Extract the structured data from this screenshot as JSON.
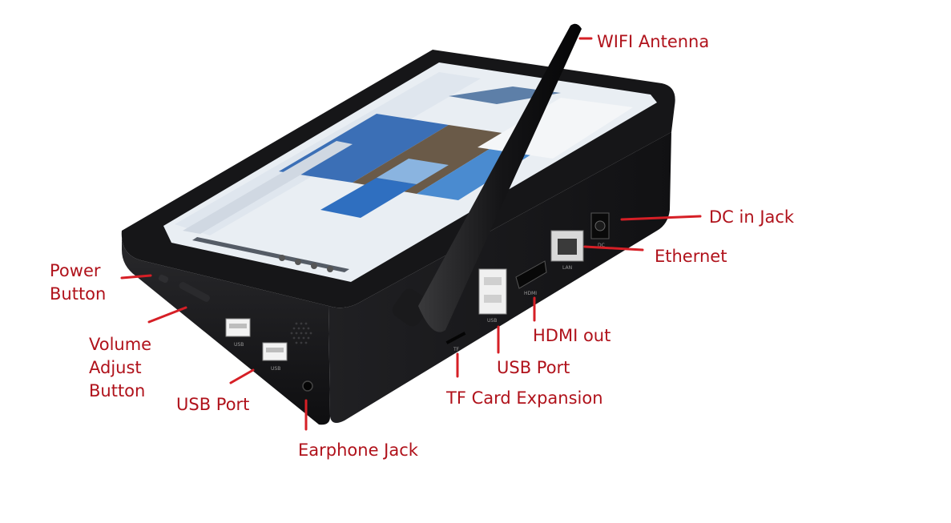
{
  "colors": {
    "callout_text": "#b0121b",
    "leader_line": "#d61f26",
    "device_body": "#1c1c1e",
    "screen_bg": "#e9eef3"
  },
  "callouts": {
    "wifi_antenna": "WIFI Antenna",
    "dc_in_jack": "DC in Jack",
    "ethernet": "Ethernet",
    "power_button": "Power\nButton",
    "volume_adjust_button": "Volume\nAdjust\nButton",
    "hdmi_out": "HDMI out",
    "usb_port_rear": "USB Port",
    "tf_card_expansion": "TF Card Expansion",
    "usb_port_side": "USB Port",
    "earphone_jack": "Earphone Jack"
  },
  "device": {
    "port_labels": {
      "usb_side_1": "USB",
      "usb_side_2": "USB",
      "usb_rear": "USB",
      "hdmi": "HDMI",
      "lan": "LAN",
      "tf": "TF",
      "dc": "DC"
    }
  }
}
